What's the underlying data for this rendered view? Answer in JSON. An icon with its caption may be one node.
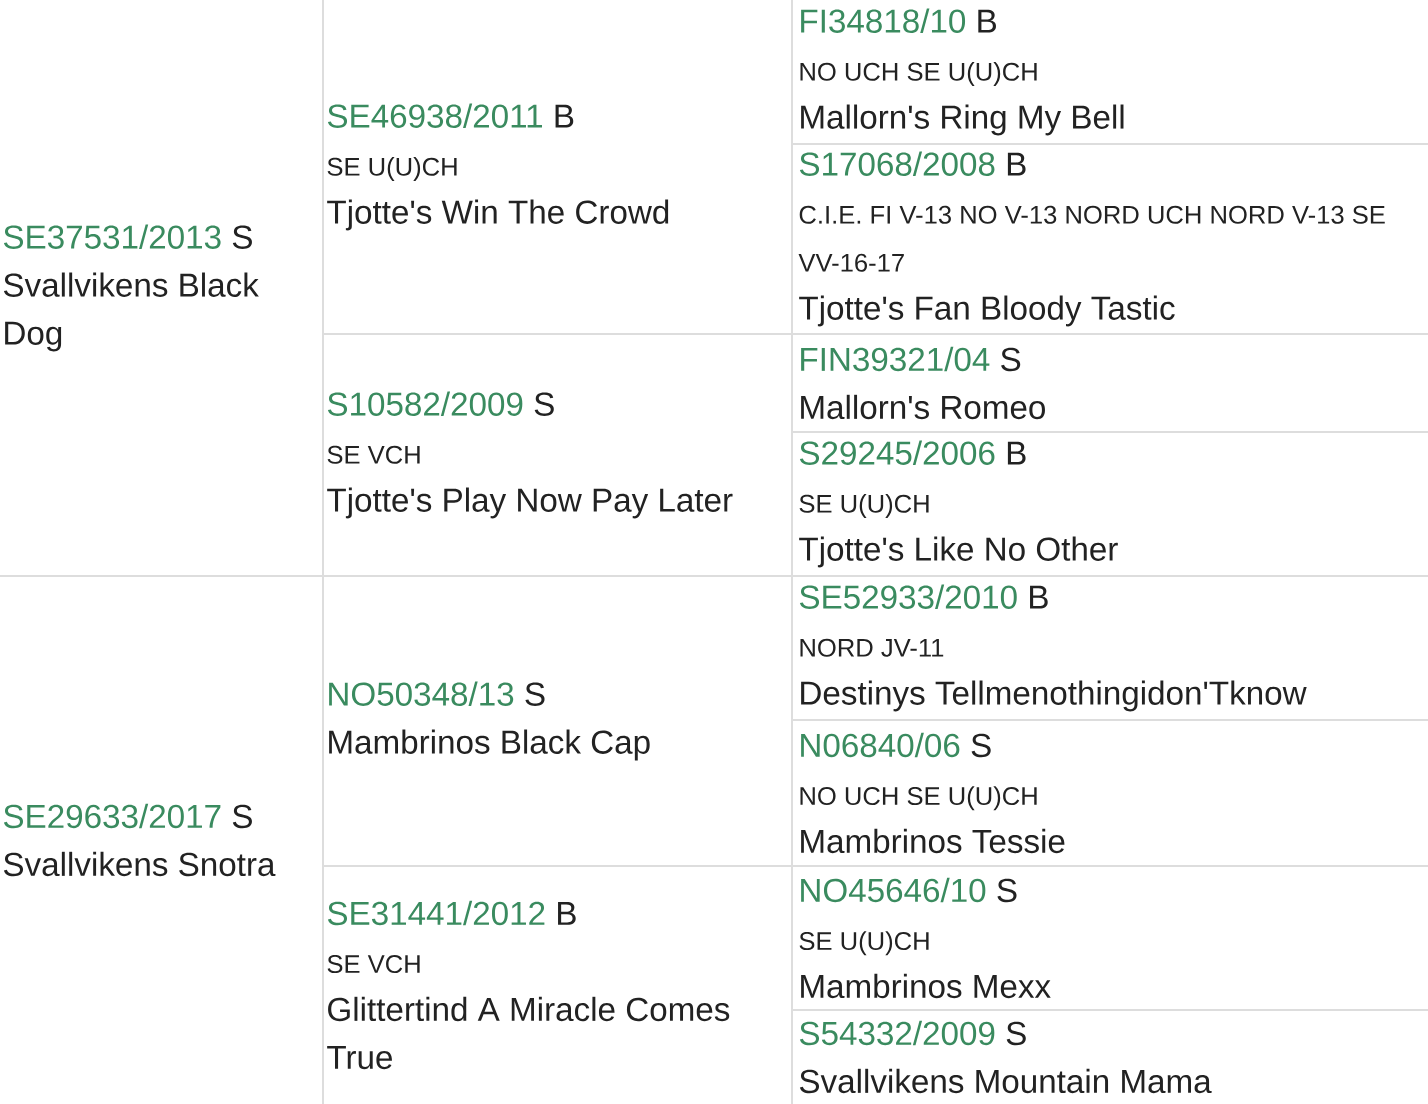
{
  "diagram": {
    "nodes": [
      {
        "text": [
          "SE37531/2013",
          "S",
          "Svallvikens Black Dog"
        ]
      },
      {
        "text": [
          "SE46938/2011",
          "B",
          "SE U(U)CH",
          "Tjotte's Win The Crowd"
        ]
      },
      {
        "text": [
          "FI34818/10",
          "B",
          "NO UCH SE U(U)CH",
          "Mallorn's Ring My Bell"
        ]
      },
      {
        "text": [
          "S17068/2008",
          "B",
          "C.I.E. FI V-13 NO V-13 NORD UCH NORD V-13 SE VV-16-17",
          "Tjotte's Fan Bloody Tastic"
        ]
      },
      {
        "text": [
          "S10582/2009",
          "S",
          "SE VCH",
          "Tjotte's Play Now Pay Later"
        ]
      },
      {
        "text": [
          "FIN39321/04",
          "S",
          "Mallorn's Romeo"
        ]
      },
      {
        "text": [
          "S29245/2006",
          "B",
          "SE U(U)CH",
          "Tjotte's Like No Other"
        ]
      },
      {
        "text": [
          "SE29633/2017",
          "S",
          "Svallvikens Snotra"
        ]
      },
      {
        "text": [
          "NO50348/13",
          "S",
          "Mambrinos Black Cap"
        ]
      },
      {
        "text": [
          "SE52933/2010",
          "B",
          "NORD JV-11",
          "Destinys Tellmenothingidon'Tknow"
        ]
      },
      {
        "text": [
          "N06840/06",
          "S",
          "NO UCH SE U(U)CH",
          "Mambrinos Tessie"
        ]
      },
      {
        "text": [
          "SE31441/2012",
          "B",
          "SE VCH",
          "Glittertind A Miracle Comes True"
        ]
      },
      {
        "text": [
          "NO45646/10",
          "S",
          "SE U(U)CH",
          "Mambrinos Mexx"
        ]
      },
      {
        "text": [
          "S54332/2009",
          "S",
          "Svallvikens Mountain Mama"
        ]
      }
    ]
  }
}
